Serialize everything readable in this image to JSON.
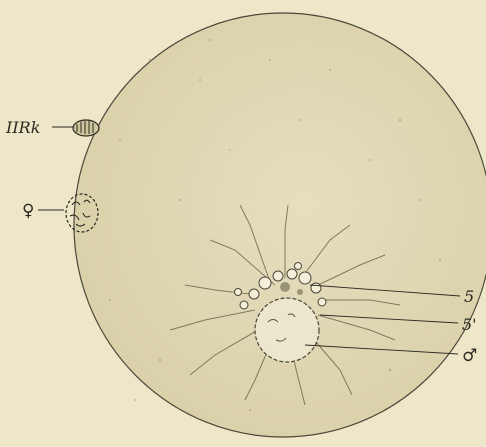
{
  "figure": {
    "labels": {
      "polar_body": "IIRk",
      "female_pronucleus": "♀",
      "aster_5": "5",
      "aster_5_prime": "5'",
      "male_pronucleus": "♂"
    },
    "colors": {
      "background": "#ede6c8",
      "egg": "#e2dab6",
      "ink": "#2b2a22"
    }
  }
}
